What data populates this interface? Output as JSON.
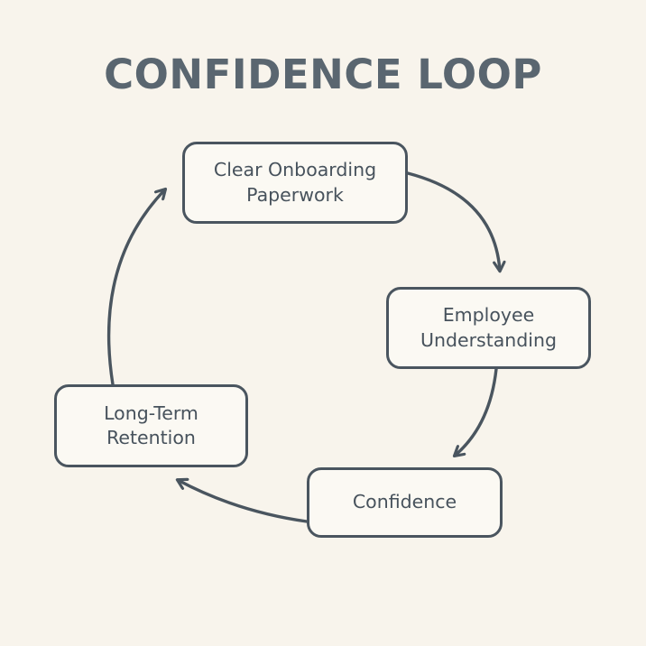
{
  "title": "CONFIDENCE LOOP",
  "colors": {
    "background": "#f8f4ec",
    "box_fill": "#fbf9f3",
    "line_and_border": "#4a555f",
    "title_text": "#5a6670",
    "box_text": "#47525c"
  },
  "nodes": {
    "top": {
      "label": "Clear Onboarding Paperwork",
      "line1": "Clear Onboarding",
      "line2": "Paperwork"
    },
    "right": {
      "label": "Employee Understanding",
      "line1": "Employee",
      "line2": "Understanding"
    },
    "bottom": {
      "label": "Confidence",
      "line1": "Confidence",
      "line2": ""
    },
    "left": {
      "label": "Long-Term Retention",
      "line1": "Long-Term",
      "line2": "Retention"
    }
  },
  "edges": [
    {
      "from": "Clear Onboarding Paperwork",
      "to": "Employee Understanding"
    },
    {
      "from": "Employee Understanding",
      "to": "Confidence"
    },
    {
      "from": "Confidence",
      "to": "Long-Term Retention"
    },
    {
      "from": "Long-Term Retention",
      "to": "Clear Onboarding Paperwork"
    }
  ]
}
